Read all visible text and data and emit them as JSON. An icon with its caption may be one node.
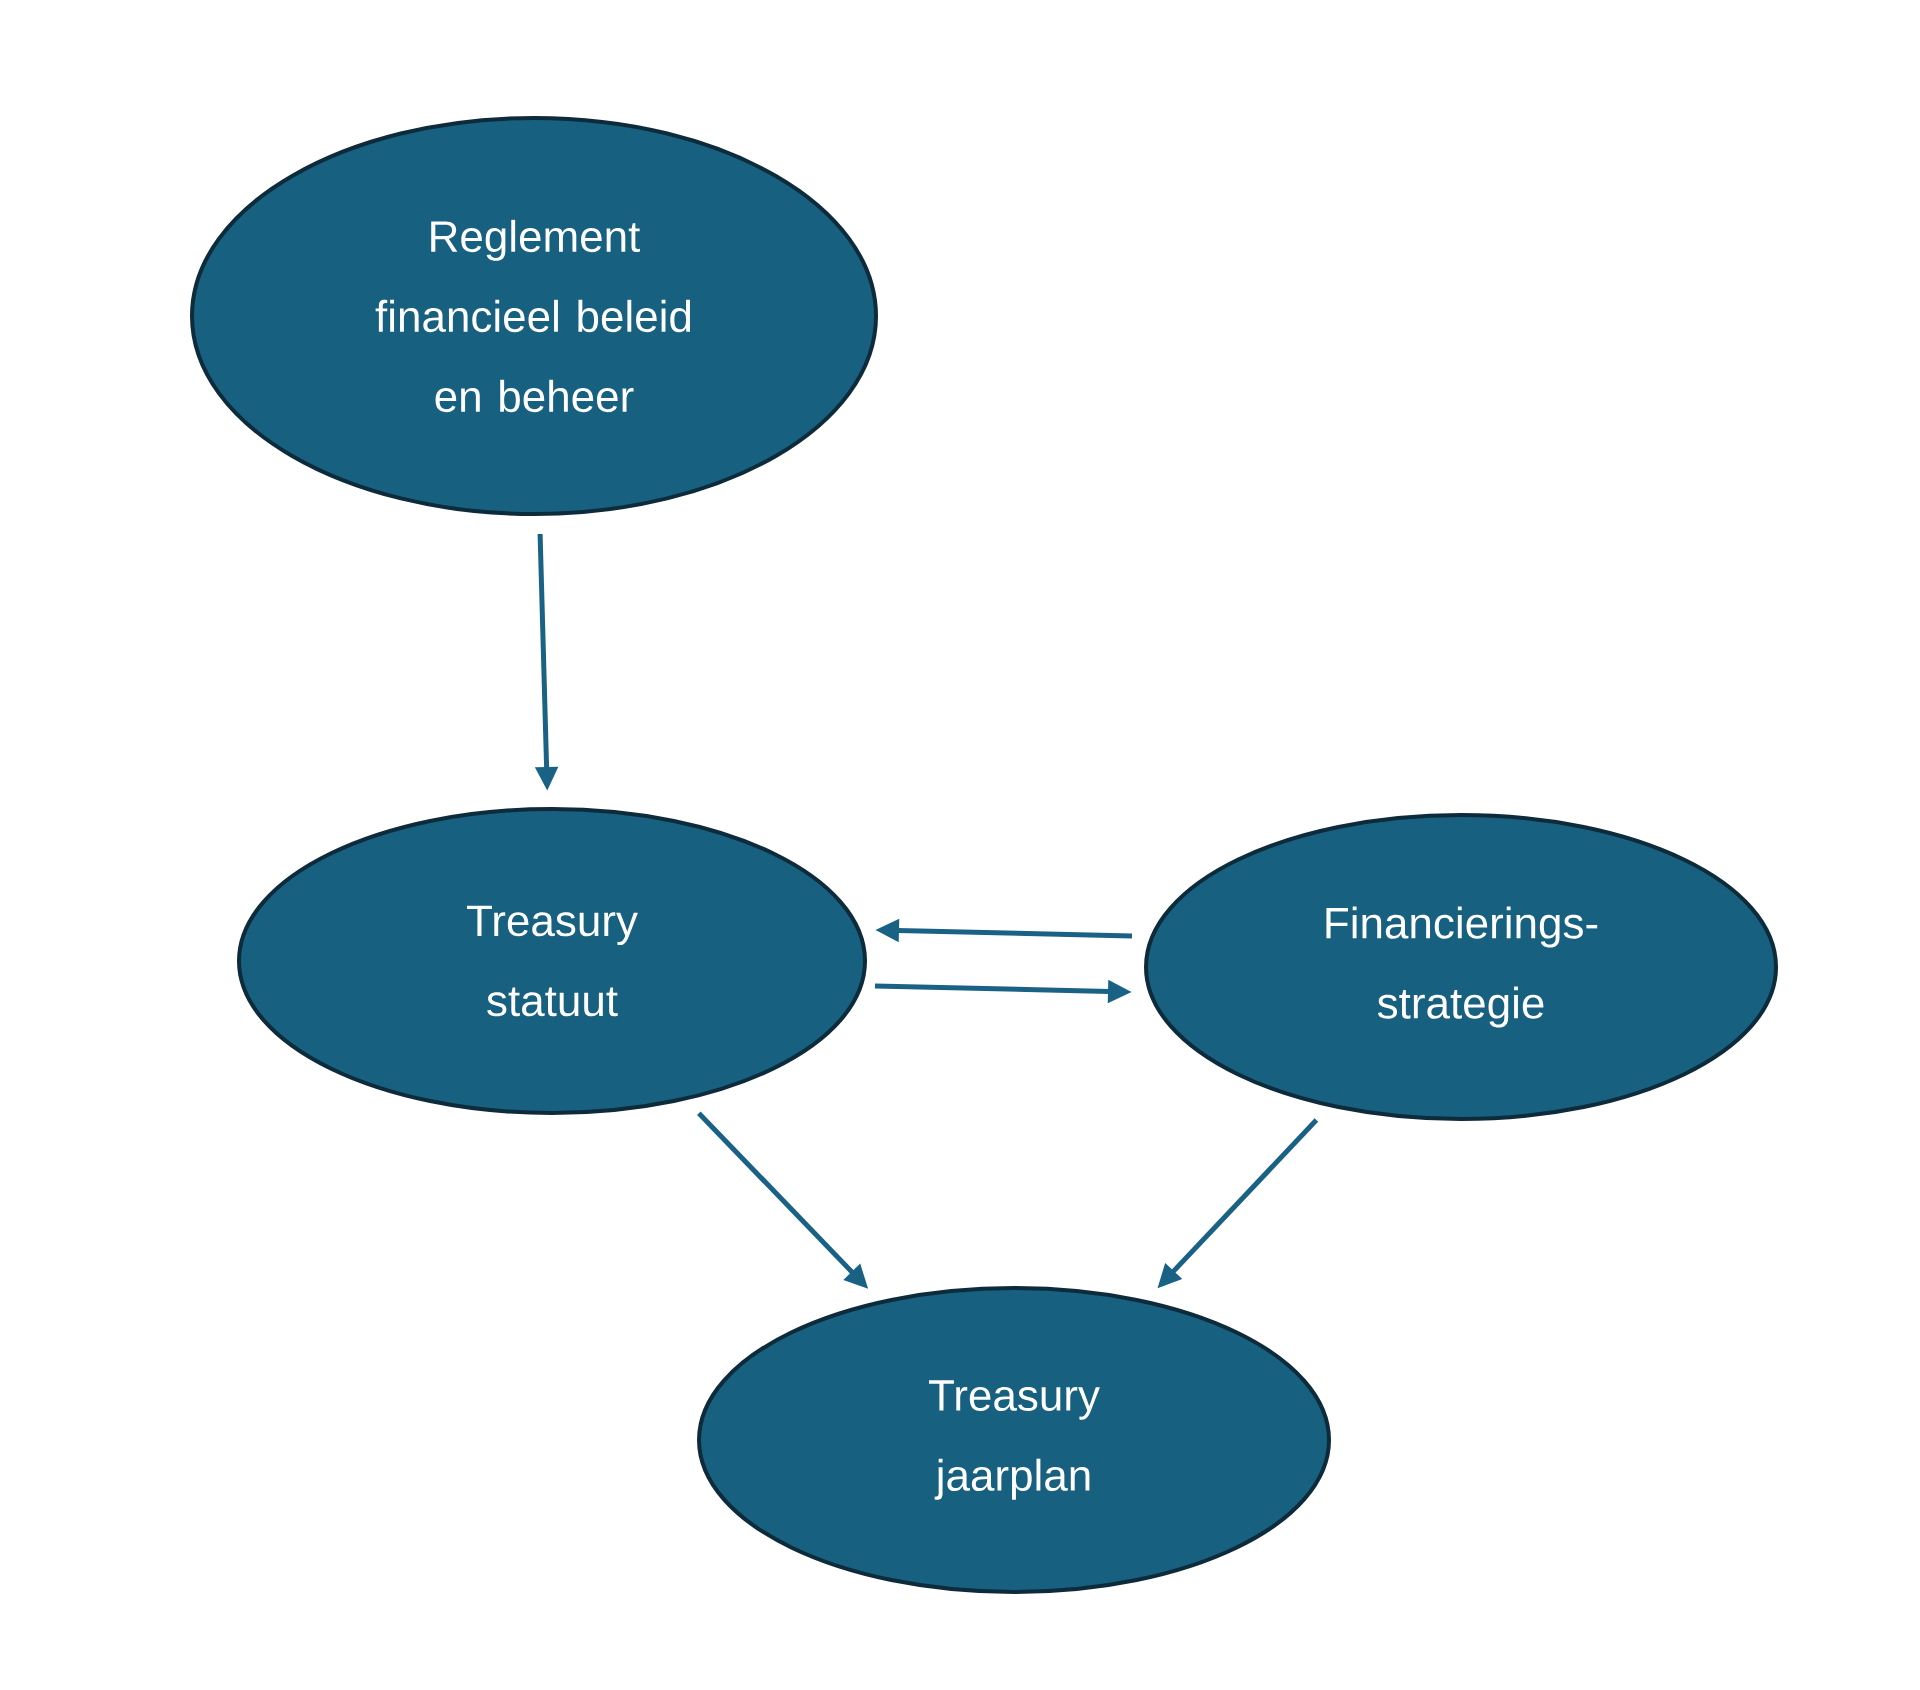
{
  "diagram": {
    "nodes": [
      {
        "text": [
          "Reglement financieel beleid en beheer"
        ]
      },
      {
        "text": [
          "Treasury statuut"
        ]
      },
      {
        "text": [
          "Financierings- strategie"
        ]
      },
      {
        "text": [
          "Treasury jaarplan"
        ]
      }
    ],
    "edges": [
      {
        "from": 0,
        "to": 1,
        "arrow": "to"
      },
      {
        "from": 2,
        "to": 1,
        "arrow": "to"
      },
      {
        "from": 1,
        "to": 2,
        "arrow": "to"
      },
      {
        "from": 1,
        "to": 3,
        "arrow": "to"
      },
      {
        "from": 2,
        "to": 3,
        "arrow": "to"
      }
    ]
  }
}
